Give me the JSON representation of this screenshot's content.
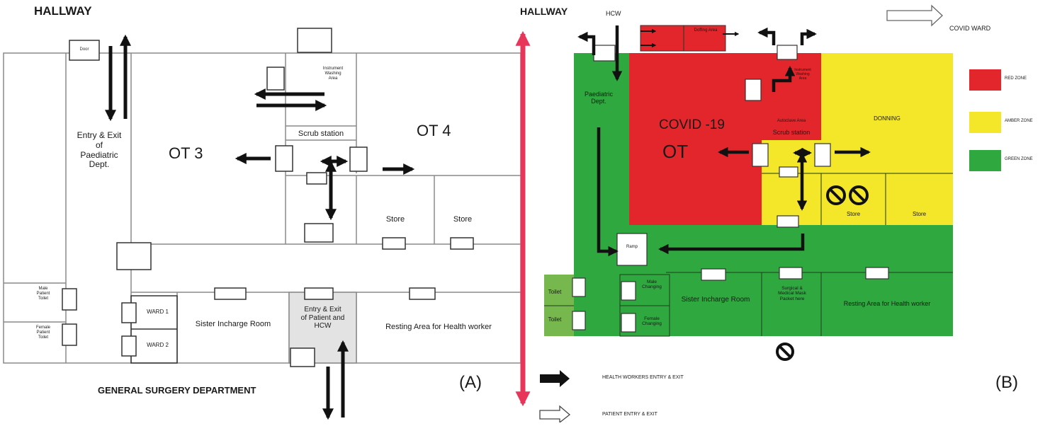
{
  "panel_a": {
    "tag": "(A)",
    "hallway": "HALLWAY",
    "department": "GENERAL SURGERY DEPARTMENT",
    "rooms": {
      "paediatric_entry": "Entry & Exit\nof\nPaediatric\nDept.",
      "ot3": "OT 3",
      "ot4": "OT 4",
      "scrub": "Scrub station",
      "instrument": "Instrument\nWashing\nArea",
      "store1": "Store",
      "store2": "Store",
      "male_toilet": "Male\nPatient\nToilet",
      "female_toilet": "Female\nPatient\nToilet",
      "ward1": "WARD 1",
      "ward2": "WARD 2",
      "sister": "Sister Incharge Room",
      "patient_entry": "Entry & Exit\nof Patient and\nHCW",
      "resting": "Resting Area for Health worker"
    }
  },
  "panel_b": {
    "tag": "(B)",
    "hallway": "HALLWAY",
    "hcw": "HCW",
    "covid_ward": "COVID WARD",
    "rooms": {
      "paediatric": "Paediatric\nDept.",
      "covid_ot_line1": "COVID -19",
      "covid_ot_line2": "OT",
      "instrument": "Instrument\nWashing\nArea",
      "doffing": "Doffing Area",
      "autoclave": "Autoclave Area",
      "scrub": "Scrub station",
      "donning": "DONNING",
      "store1": "Store",
      "store2": "Store",
      "ramp": "Ramp",
      "toilet1": "Toilet",
      "toilet2": "Toilet",
      "male_changing": "Male\nChanging",
      "female_changing": "Female\nChanging",
      "sister": "Sister Incharge Room",
      "surgical": "Surgical &\nMedical Mask\nPacket here",
      "resting": "Resting Area for Health worker"
    },
    "legend": {
      "red": "RED ZONE",
      "amber": "AMBER ZONE",
      "green": "GREEN ZONE"
    }
  },
  "key": {
    "health_workers": "HEALTH WORKERS ENTRY & EXIT",
    "patient": "PATIENT ENTRY & EXIT"
  },
  "colors": {
    "red_zone": "#e3262b",
    "amber_zone": "#f4e628",
    "green_zone": "#2fa83f",
    "toilet_green": "#76b84e",
    "hallway_arrow": "#e8365a",
    "wall": "#8a8a8a"
  }
}
